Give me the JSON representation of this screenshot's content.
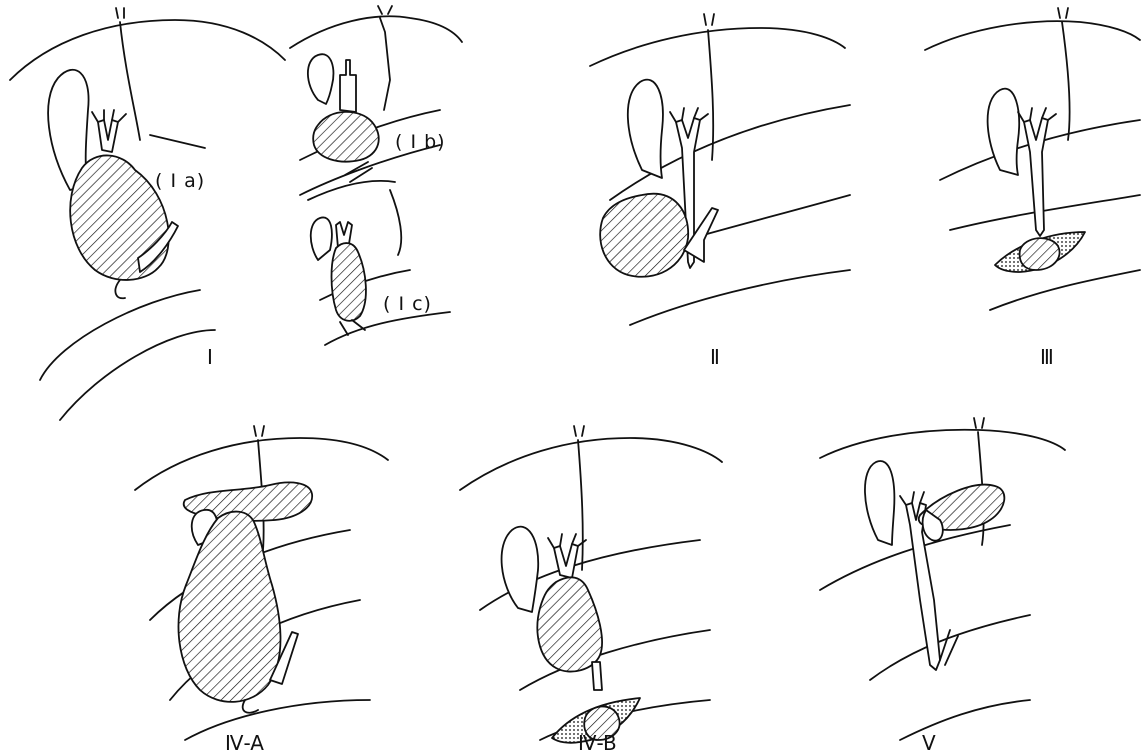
{
  "panels": [
    {
      "id": "I",
      "label": "Ⅰ",
      "sublabels": [
        "( Ⅰ a)",
        "( Ⅰ b)",
        "( Ⅰ c)"
      ]
    },
    {
      "id": "II",
      "label": "Ⅱ"
    },
    {
      "id": "III",
      "label": "Ⅲ"
    },
    {
      "id": "IV-A",
      "label": "Ⅳ-A"
    },
    {
      "id": "IV-B",
      "label": "Ⅳ-B"
    },
    {
      "id": "V",
      "label": "Ⅴ"
    }
  ],
  "colors": {
    "line": "#111111",
    "hatch": "#111111",
    "background": "#ffffff"
  }
}
